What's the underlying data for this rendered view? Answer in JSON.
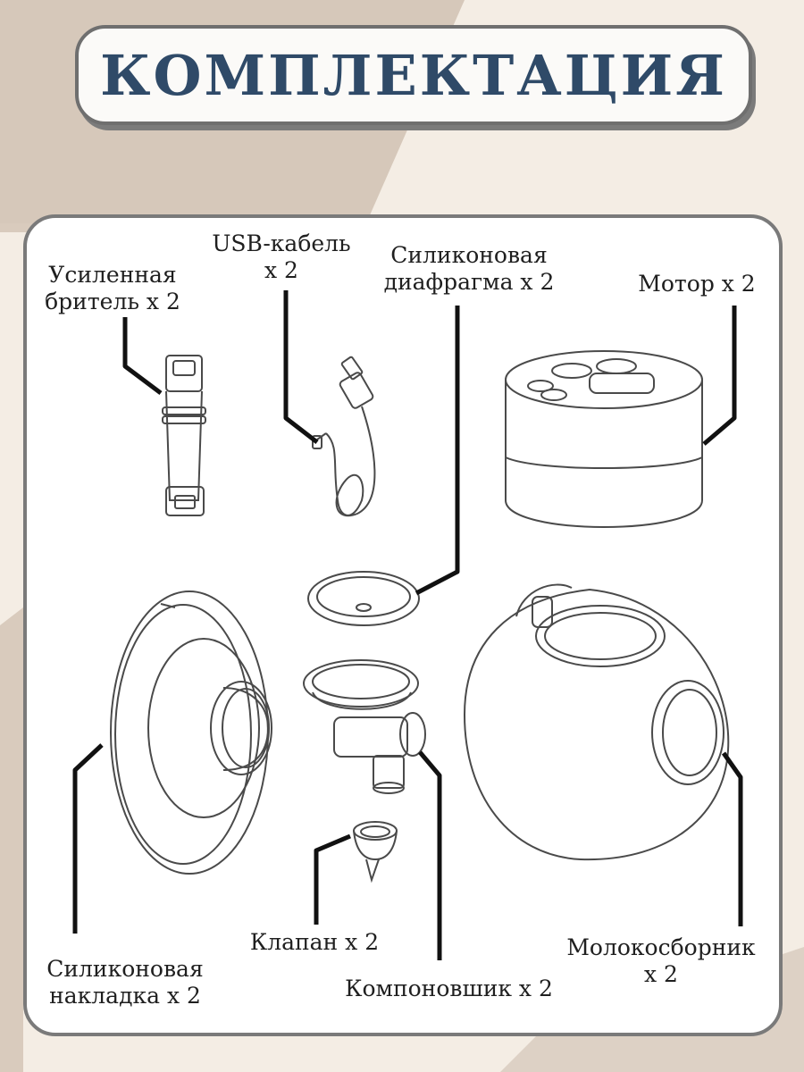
{
  "title": "КОМПЛЕКТАЦИЯ",
  "colors": {
    "title": "#2f4a68",
    "background": "#f4ede4",
    "accent_shape": "#d9cbbd",
    "panel_border": "#7a7a7a"
  },
  "labels": {
    "brace": "Усиленная\nбритель х 2",
    "usb_cable": "USB-кабель\nх 2",
    "diaphragm": "Силиконовая\nдиафрагма х 2",
    "motor": "Мотор х 2",
    "flange": "Силиконовая\nнакладка х 2",
    "valve": "Клапан х 2",
    "connector": "Компоновшик  х 2",
    "collector": "Молокосборник\nх 2"
  }
}
